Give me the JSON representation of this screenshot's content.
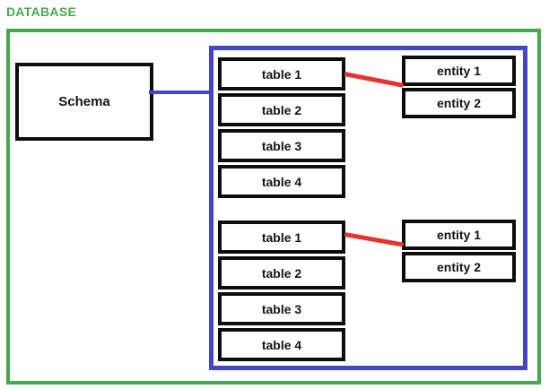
{
  "title": "DATABASE",
  "colors": {
    "green": "#44A94E",
    "blue": "#4645C9",
    "red": "#E5342E",
    "black": "#0D0D0D"
  },
  "schema": {
    "label": "Schema"
  },
  "groups": [
    {
      "tables": [
        "table 1",
        "table 2",
        "table 3",
        "table 4"
      ],
      "entities": [
        "entity 1",
        "entity 2"
      ]
    },
    {
      "tables": [
        "table 1",
        "table 2",
        "table 3",
        "table 4"
      ],
      "entities": [
        "entity 1",
        "entity 2"
      ]
    }
  ]
}
